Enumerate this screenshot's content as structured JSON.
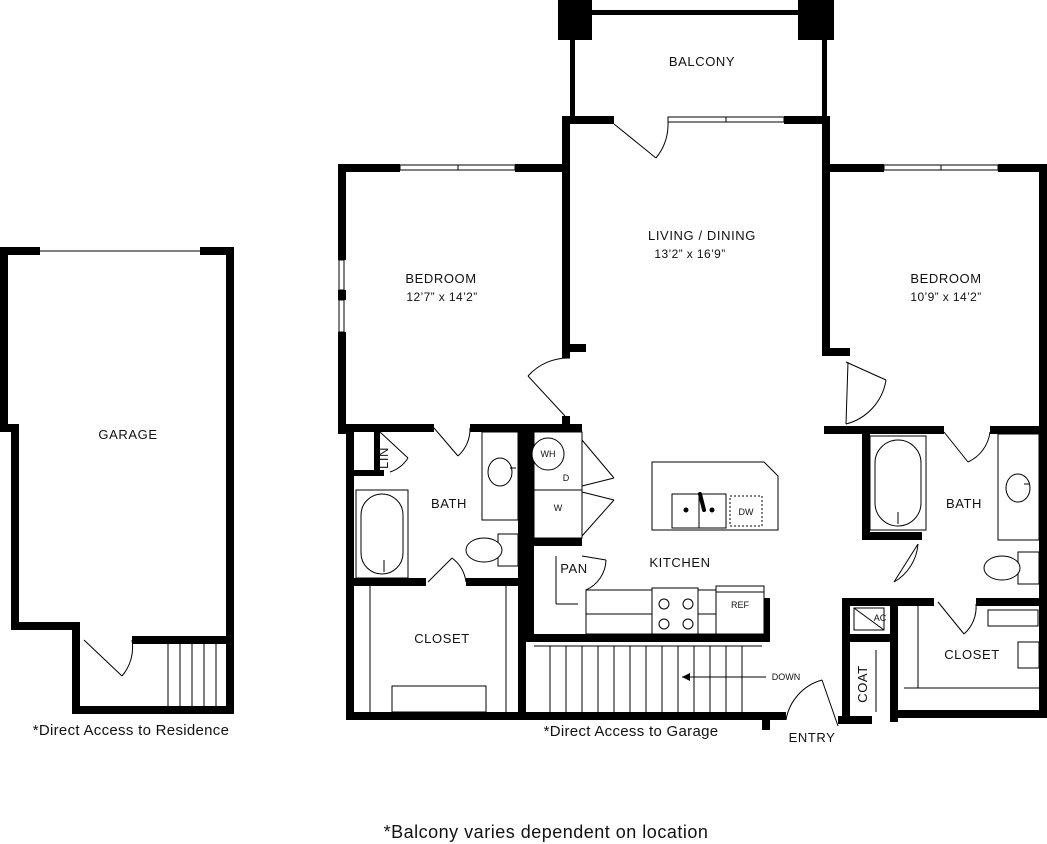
{
  "rooms": {
    "balcony": "BALCONY",
    "living_dining": {
      "name": "LIVING / DINING",
      "dims": "13’2” x 16’9”"
    },
    "bedroom_left": {
      "name": "BEDROOM",
      "dims": "12’7” x 14’2”"
    },
    "bedroom_right": {
      "name": "BEDROOM",
      "dims": "10’9” x 14’2”"
    },
    "garage": "GARAGE",
    "bath_left": "BATH",
    "bath_right": "BATH",
    "closet_left": "CLOSET",
    "closet_right": "CLOSET",
    "kitchen": "KITCHEN",
    "pantry": "PAN",
    "linen": "LIN",
    "coat": "COAT",
    "entry": "ENTRY"
  },
  "fixtures": {
    "water_heater": "WH",
    "dryer": "D",
    "washer": "W",
    "dishwasher": "DW",
    "refrigerator": "REF",
    "ac": "AC",
    "stairs_down": "DOWN"
  },
  "notes": {
    "garage_access": "*Direct Access to Residence",
    "residence_access": "*Direct Access to Garage",
    "balcony_note": "*Balcony varies dependent on location"
  }
}
